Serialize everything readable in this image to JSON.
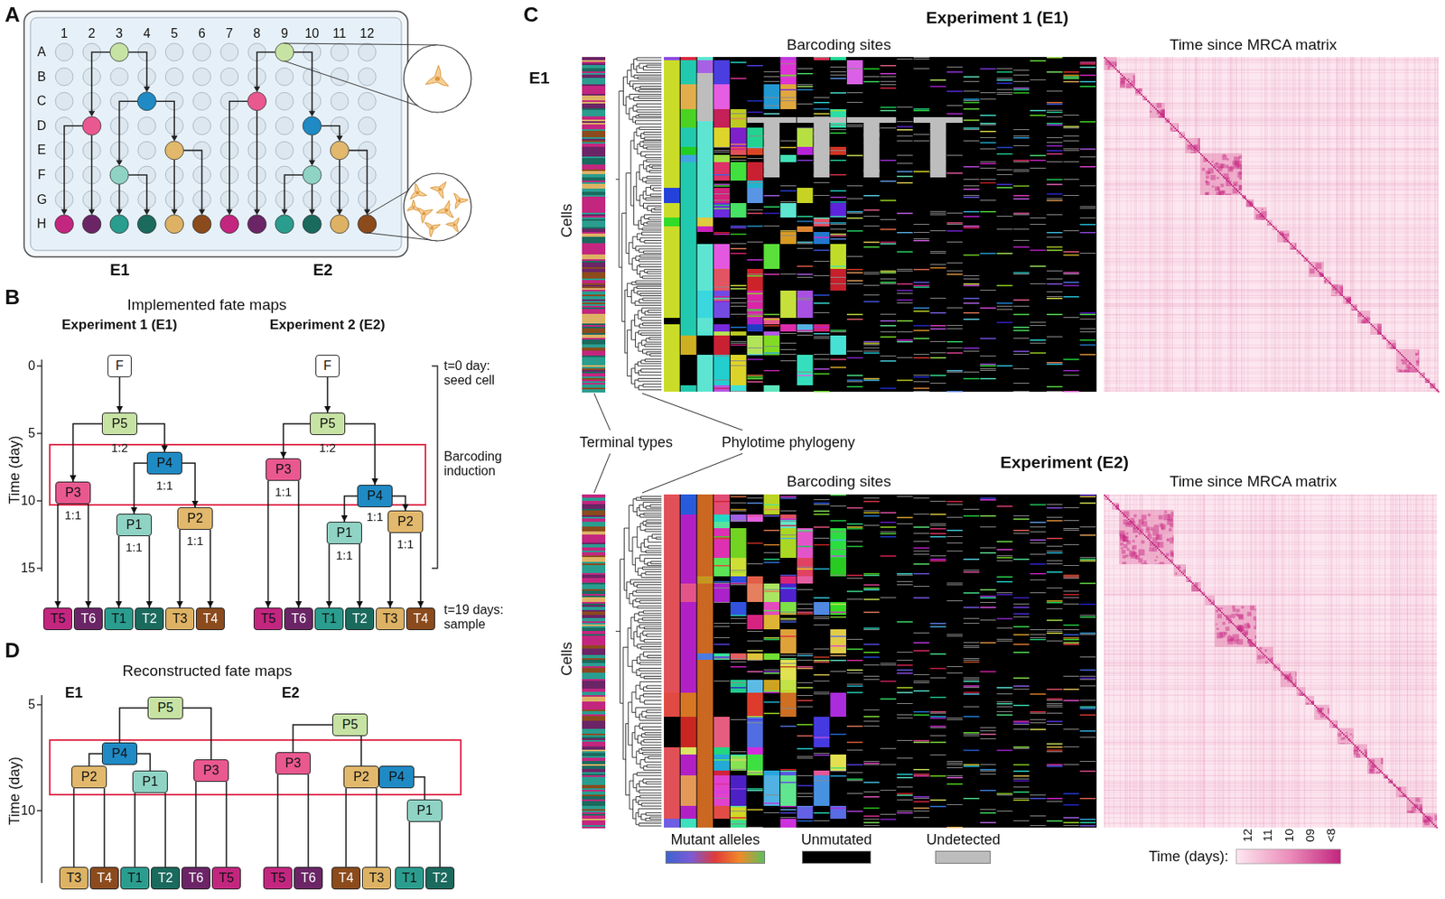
{
  "diagram": {
    "nodes": [
      {
        "text": [
          "F"
        ]
      },
      {
        "text": [
          "P5"
        ]
      },
      {
        "text": [
          "P4"
        ]
      },
      {
        "text": [
          "P3"
        ]
      },
      {
        "text": [
          "P1"
        ]
      },
      {
        "text": [
          "P2"
        ]
      },
      {
        "text": [
          "T5"
        ]
      },
      {
        "text": [
          "T6"
        ]
      },
      {
        "text": [
          "T1"
        ]
      },
      {
        "text": [
          "T2"
        ]
      },
      {
        "text": [
          "T3"
        ]
      },
      {
        "text": [
          "T4"
        ]
      },
      {
        "text": [
          "F"
        ]
      },
      {
        "text": [
          "P5"
        ]
      },
      {
        "text": [
          "P3"
        ]
      },
      {
        "text": [
          "P4"
        ]
      },
      {
        "text": [
          "P1"
        ]
      },
      {
        "text": [
          "P2"
        ]
      },
      {
        "text": [
          "T5"
        ]
      },
      {
        "text": [
          "T6"
        ]
      },
      {
        "text": [
          "T1"
        ]
      },
      {
        "text": [
          "T2"
        ]
      },
      {
        "text": [
          "T3"
        ]
      },
      {
        "text": [
          "T4"
        ]
      },
      {
        "text": [
          "P5"
        ]
      },
      {
        "text": [
          "P4"
        ]
      },
      {
        "text": [
          "P2"
        ]
      },
      {
        "text": [
          "P1"
        ]
      },
      {
        "text": [
          "P3"
        ]
      },
      {
        "text": [
          "T3"
        ]
      },
      {
        "text": [
          "T4"
        ]
      },
      {
        "text": [
          "T1"
        ]
      },
      {
        "text": [
          "T2"
        ]
      },
      {
        "text": [
          "T6"
        ]
      },
      {
        "text": [
          "T5"
        ]
      },
      {
        "text": [
          "P5"
        ]
      },
      {
        "text": [
          "P3"
        ]
      },
      {
        "text": [
          "P2"
        ]
      },
      {
        "text": [
          "P4"
        ]
      },
      {
        "text": [
          "P1"
        ]
      },
      {
        "text": [
          "T5"
        ]
      },
      {
        "text": [
          "T6"
        ]
      },
      {
        "text": [
          "T4"
        ]
      },
      {
        "text": [
          "T3"
        ]
      },
      {
        "text": [
          "T1"
        ]
      },
      {
        "text": [
          "T2"
        ]
      }
    ],
    "edges": [
      {
        "from": 0,
        "to": 1,
        "arrow": "to"
      },
      {
        "from": 1,
        "to": 3,
        "arrow": "to"
      },
      {
        "from": 1,
        "to": 2,
        "arrow": "to"
      },
      {
        "from": 2,
        "to": 4,
        "arrow": "to"
      },
      {
        "from": 2,
        "to": 5,
        "arrow": "to"
      },
      {
        "from": 3,
        "to": 6,
        "arrow": "to"
      },
      {
        "from": 3,
        "to": 7,
        "arrow": "to"
      },
      {
        "from": 4,
        "to": 8,
        "arrow": "to"
      },
      {
        "from": 4,
        "to": 9,
        "arrow": "to"
      },
      {
        "from": 5,
        "to": 10,
        "arrow": "to"
      },
      {
        "from": 5,
        "to": 11,
        "arrow": "to"
      },
      {
        "from": 12,
        "to": 13,
        "arrow": "to"
      },
      {
        "from": 13,
        "to": 14,
        "arrow": "to"
      },
      {
        "from": 13,
        "to": 15,
        "arrow": "to"
      },
      {
        "from": 15,
        "to": 16,
        "arrow": "to"
      },
      {
        "from": 15,
        "to": 17,
        "arrow": "to"
      },
      {
        "from": 14,
        "to": 18,
        "arrow": "to"
      },
      {
        "from": 14,
        "to": 19,
        "arrow": "to"
      },
      {
        "from": 16,
        "to": 20,
        "arrow": "to"
      },
      {
        "from": 16,
        "to": 21,
        "arrow": "to"
      },
      {
        "from": 17,
        "to": 22,
        "arrow": "to"
      },
      {
        "from": 17,
        "to": 23,
        "arrow": "to"
      },
      {
        "from": 24,
        "to": 25,
        "arrow": "none"
      },
      {
        "from": 24,
        "to": 28,
        "arrow": "none"
      },
      {
        "from": 25,
        "to": 26,
        "arrow": "none"
      },
      {
        "from": 25,
        "to": 27,
        "arrow": "none"
      },
      {
        "from": 26,
        "to": 29,
        "arrow": "none"
      },
      {
        "from": 26,
        "to": 30,
        "arrow": "none"
      },
      {
        "from": 27,
        "to": 31,
        "arrow": "none"
      },
      {
        "from": 27,
        "to": 32,
        "arrow": "none"
      },
      {
        "from": 28,
        "to": 33,
        "arrow": "none"
      },
      {
        "from": 28,
        "to": 34,
        "arrow": "none"
      },
      {
        "from": 35,
        "to": 36,
        "arrow": "none"
      },
      {
        "from": 35,
        "to": 37,
        "arrow": "none"
      },
      {
        "from": 38,
        "to": 39,
        "arrow": "none"
      },
      {
        "from": 36,
        "to": 40,
        "arrow": "none"
      },
      {
        "from": 36,
        "to": 41,
        "arrow": "none"
      },
      {
        "from": 37,
        "to": 42,
        "arrow": "none"
      },
      {
        "from": 37,
        "to": 43,
        "arrow": "none"
      },
      {
        "from": 39,
        "to": 44,
        "arrow": "none"
      },
      {
        "from": 39,
        "to": 45,
        "arrow": "none"
      }
    ],
    "labels": [
      "A",
      "1",
      "2",
      "3",
      "4",
      "5",
      "6",
      "7",
      "8",
      "9",
      "10",
      "11",
      "12",
      "A",
      "B",
      "C",
      "D",
      "E",
      "F",
      "G",
      "H",
      "E1",
      "E2",
      "B",
      "Implemented fate maps",
      "Experiment 1 (E1)",
      "Experiment 2 (E2)",
      "Time (day)",
      "0",
      "5",
      "10",
      "15",
      "1:2",
      "1:1",
      "1:1",
      "1:1",
      "1:1",
      "1:2",
      "1:1",
      "1:1",
      "1:1",
      "1:1",
      "t=0 day: seed cell",
      "Barcoding induction",
      "t=19 days: sample",
      "C",
      "Experiment 1 (E1)",
      "Barcoding sites",
      "Time since MRCA matrix",
      "E1",
      "Cells",
      "Terminal types",
      "Phylotime phylogeny",
      "Experiment (E2)",
      "Barcoding sites",
      "Time since MRCA matrix",
      "Cells",
      "Time (days):",
      "12",
      "11",
      "10",
      "09",
      "<8",
      "D",
      "Reconstructed fate maps",
      "E1",
      "E2",
      "Time (day)",
      "5",
      "10"
    ],
    "legend": [
      {
        "text": "Mutant alleles"
      },
      {
        "text": "Unmutated",
        "color": "#000000"
      },
      {
        "text": "Undetected",
        "color": "#bdbdbd"
      }
    ]
  }
}
